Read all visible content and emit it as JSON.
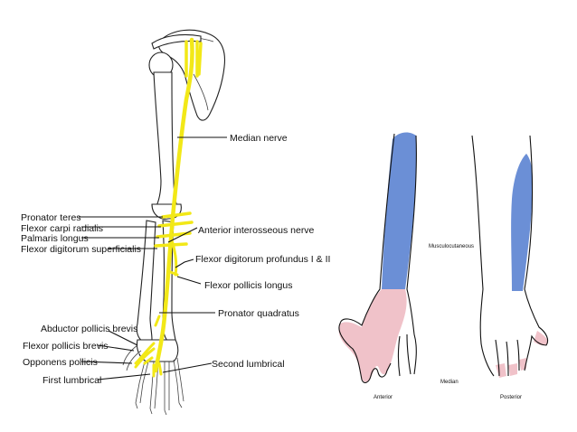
{
  "colors": {
    "nerve": "#f2e817",
    "nerve_stroke": "#bfb000",
    "sensory_blue": "#6b8fd6",
    "sensory_pink": "#f0c2c9"
  },
  "arm_diagram": {
    "labels": {
      "median_nerve": "Median nerve",
      "pronator_teres": "Pronator teres",
      "flexor_carpi_radialis": "Flexor carpi radialis",
      "palmaris_longus": "Palmaris longus",
      "flexor_digitorum_superficialis": "Flexor digitorum superficialis",
      "anterior_interosseous_nerve": "Anterior interosseous nerve",
      "flexor_digitorum_profundus": "Flexor digitorum profundus I & II",
      "flexor_pollicis_longus": "Flexor pollicis longus",
      "pronator_quadratus": "Pronator quadratus",
      "abductor_pollicis_brevis": "Abductor pollicis brevis",
      "flexor_pollicis_brevis": "Flexor pollicis brevis",
      "opponens_pollicis": "Opponens pollicis",
      "first_lumbrical": "First lumbrical",
      "second_lumbrical": "Second lumbrical"
    }
  },
  "sensory_diagram": {
    "musculocutaneous": "Musculocutaneous",
    "median": "Median",
    "anterior": "Anterior",
    "posterior": "Posterior"
  }
}
